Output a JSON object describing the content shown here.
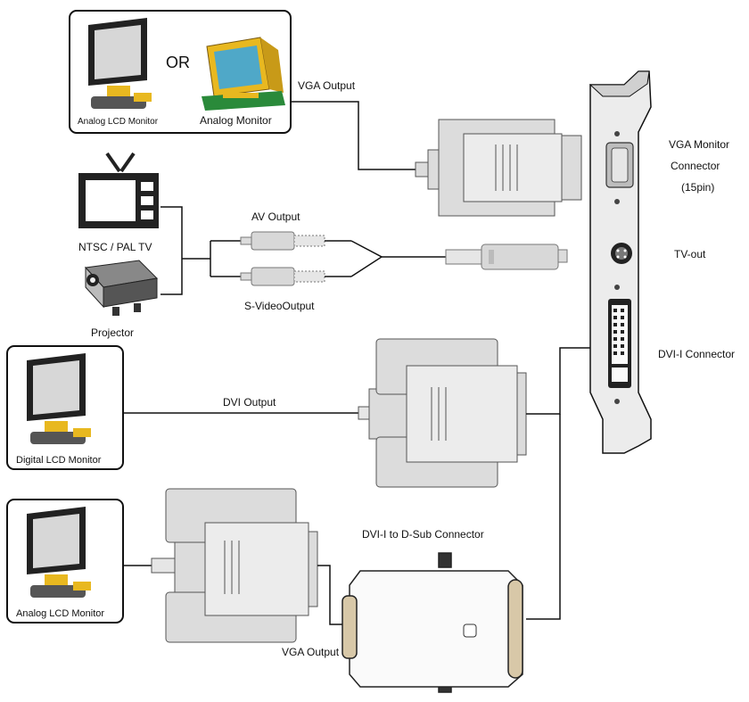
{
  "devices": {
    "analog_lcd_monitor_top": "Analog LCD Monitor",
    "or": "OR",
    "analog_monitor": "Analog Monitor",
    "ntsc_pal_tv": "NTSC / PAL TV",
    "projector": "Projector",
    "digital_lcd_monitor": "Digital LCD Monitor",
    "analog_lcd_monitor_bottom": "Analog LCD Monitor"
  },
  "cables": {
    "vga_output_top": "VGA Output",
    "av_output": "AV Output",
    "svideo_output": "S-VideoOutput",
    "dvi_output": "DVI Output",
    "dvi_dsub_connector": "DVI-I to D-Sub Connector",
    "vga_output_bottom": "VGA Output"
  },
  "card_ports": {
    "vga_connector_line1": "VGA Monitor",
    "vga_connector_line2": "Connector",
    "vga_connector_line3": "(15pin)",
    "tv_out": "TV-out",
    "dvi_connector": "DVI-I Connector"
  },
  "colors": {
    "connector_fill": "#dcdcdc",
    "connector_dark": "#b0b0b0",
    "monitor_yellow": "#e8b820",
    "monitor_screen": "#4fa8c8",
    "line": "#000000"
  }
}
